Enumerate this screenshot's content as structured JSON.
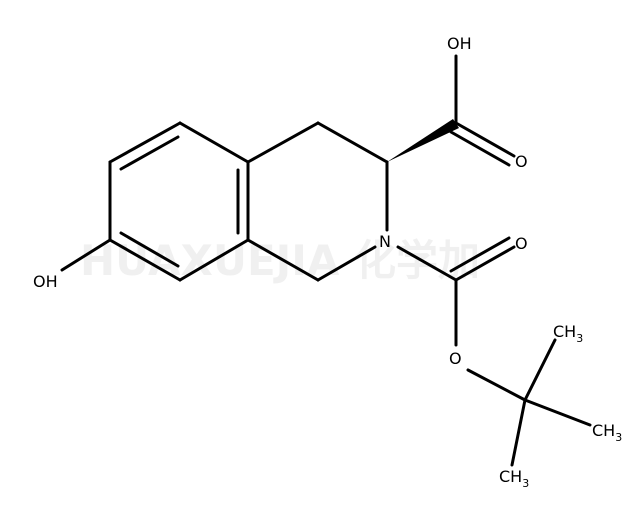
{
  "watermark": {
    "text": "HUAXUEJIA 化学加"
  },
  "atoms": {
    "carboxyl_oh": "OH",
    "carboxyl_o": "O",
    "ring_n": "N",
    "phenol_oh": "OH",
    "carbamate_o_double": "O",
    "ester_o": "O",
    "methyl": {
      "main": "CH",
      "sub": "3"
    }
  },
  "colors": {
    "bond": "#000000",
    "background": "#ffffff"
  }
}
